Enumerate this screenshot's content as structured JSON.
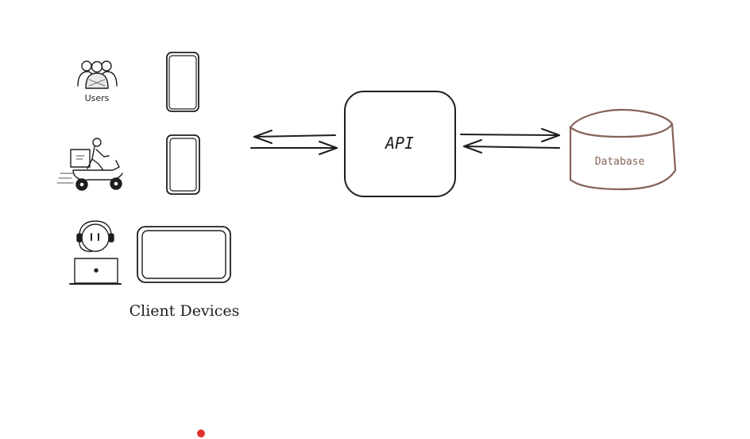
{
  "diagram": {
    "users_label": "Users",
    "api_label": "API",
    "database_label": "Database",
    "client_devices_label": "Client Devices"
  },
  "colors": {
    "ink": "#1e1e1e",
    "database": "#846358",
    "pointer": "#e03131"
  },
  "icons": [
    "users-icon",
    "delivery-scooter-icon",
    "support-agent-icon",
    "phone-icon",
    "tablet-icon",
    "cursor-dot-icon"
  ]
}
